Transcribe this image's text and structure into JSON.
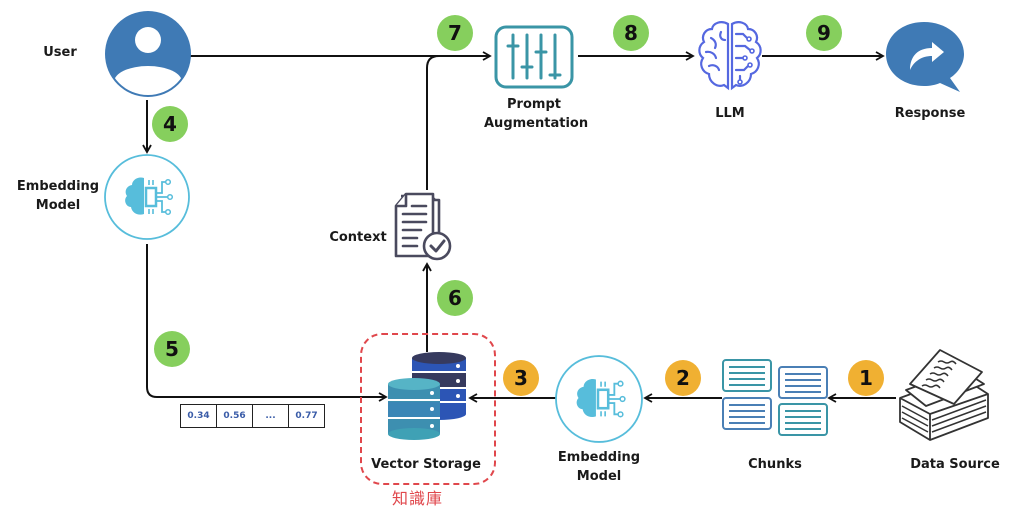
{
  "diagram": {
    "nodes": {
      "user": {
        "label": "User",
        "icon": "user-icon"
      },
      "embedding_model_query": {
        "label_line1": "Embedding",
        "label_line2": "Model",
        "icon": "ai-brain-chip-icon"
      },
      "prompt_augmentation": {
        "label_line1": "Prompt",
        "label_line2": "Augmentation",
        "icon": "sliders-icon"
      },
      "llm": {
        "label": "LLM",
        "icon": "brain-circuit-icon"
      },
      "response": {
        "label": "Response",
        "icon": "speech-bubble-share-icon"
      },
      "context": {
        "label": "Context",
        "icon": "document-check-icon"
      },
      "vector_storage": {
        "label": "Vector Storage",
        "icon": "database-icon"
      },
      "embedding_model_data": {
        "label_line1": "Embedding",
        "label_line2": "Model",
        "icon": "ai-brain-chip-icon"
      },
      "chunks": {
        "label": "Chunks",
        "icon": "text-blocks-icon"
      },
      "data_source": {
        "label": "Data Source",
        "icon": "paper-stack-icon"
      }
    },
    "knowledge_base_label": "知識庫",
    "vector_values": [
      "0.34",
      "0.56",
      "...",
      "0.77"
    ],
    "steps": [
      {
        "number": "1",
        "color": "orange",
        "from": "Data Source",
        "to": "Chunks"
      },
      {
        "number": "2",
        "color": "orange",
        "from": "Chunks",
        "to": "Embedding Model"
      },
      {
        "number": "3",
        "color": "orange",
        "from": "Embedding Model",
        "to": "Vector Storage"
      },
      {
        "number": "4",
        "color": "green",
        "from": "User",
        "to": "Embedding Model"
      },
      {
        "number": "5",
        "color": "green",
        "from": "Embedding Model",
        "to": "Vector Storage"
      },
      {
        "number": "6",
        "color": "green",
        "from": "Vector Storage",
        "to": "Context"
      },
      {
        "number": "7",
        "color": "green",
        "from": "User / Context",
        "to": "Prompt Augmentation"
      },
      {
        "number": "8",
        "color": "green",
        "from": "Prompt Augmentation",
        "to": "LLM"
      },
      {
        "number": "9",
        "color": "green",
        "from": "LLM",
        "to": "Response"
      }
    ],
    "colors": {
      "green_badge": "#86cf5d",
      "orange_badge": "#f0b032",
      "user_blue": "#3f7ab5",
      "embedding_cyan": "#57bddb",
      "prompt_teal": "#3a95a6",
      "llm_blue": "#5568e0",
      "knowledge_base_red": "#e0474c"
    }
  }
}
